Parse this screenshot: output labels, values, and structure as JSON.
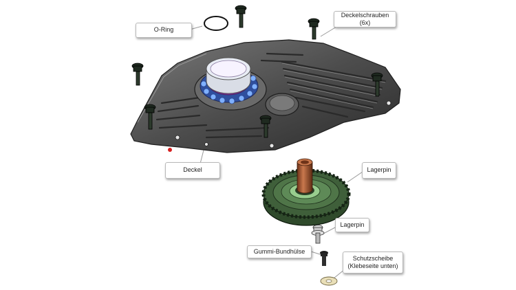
{
  "labels": {
    "o_ring": "O-Ring",
    "deckelschrauben": "Deckelschrauben (6x)",
    "deckel": "Deckel",
    "lagerpin_gear": "Lagerpin",
    "lagerpin_small": "Lagerpin",
    "gummi_bundhuelse": "Gummi-Bundhülse",
    "schutzscheibe": "Schutzscheibe\n(Klebeseite unten)"
  },
  "colors": {
    "cover": "#4b4b4b",
    "cover_light": "#6a6a6a",
    "cover_dark": "#262626",
    "gear_green": "#3f5f3a",
    "gear_light": "#7fa877",
    "pin_copper": "#9a4f2c",
    "bearing_blue": "#3a6fd0",
    "bearing_inner": "#b45ad0",
    "washer": "#e9dfb8"
  }
}
